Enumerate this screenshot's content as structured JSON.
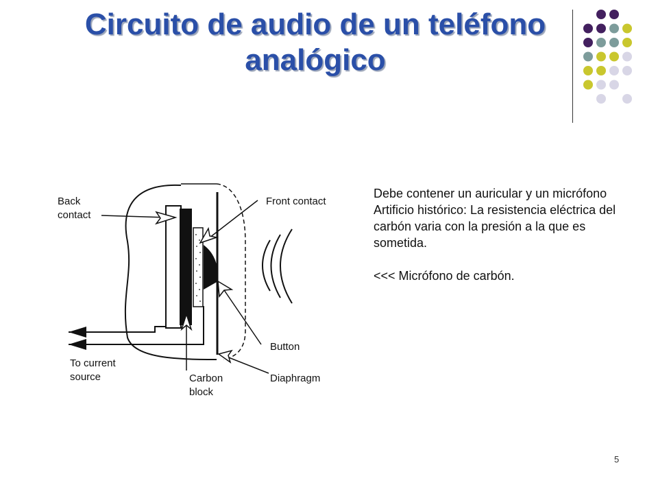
{
  "slide": {
    "title_line1": "Circuito de audio de un teléfono",
    "title_line2": "analógico",
    "page_number": "5"
  },
  "notes": {
    "line1": "Debe contener un auricular y un micrófono",
    "line2": "Artificio histórico: La resistencia eléctrica del carbón varia con la presión a la que es sometida.",
    "line3": "<<< Micrófono de carbón."
  },
  "diagram": {
    "back_contact_1": "Back",
    "back_contact_2": "contact",
    "front_contact": "Front contact",
    "button": "Button",
    "diaphragm": "Diaphragm",
    "to_current_1": "To current",
    "to_current_2": "source",
    "carbon_block_1": "Carbon",
    "carbon_block_2": "block"
  },
  "colors": {
    "title": "#2a4fa8",
    "dot_purple": "#43205f",
    "dot_teal": "#7d9c9b",
    "dot_olive": "#c9c72e",
    "dot_lavender": "#d8d6e6"
  }
}
